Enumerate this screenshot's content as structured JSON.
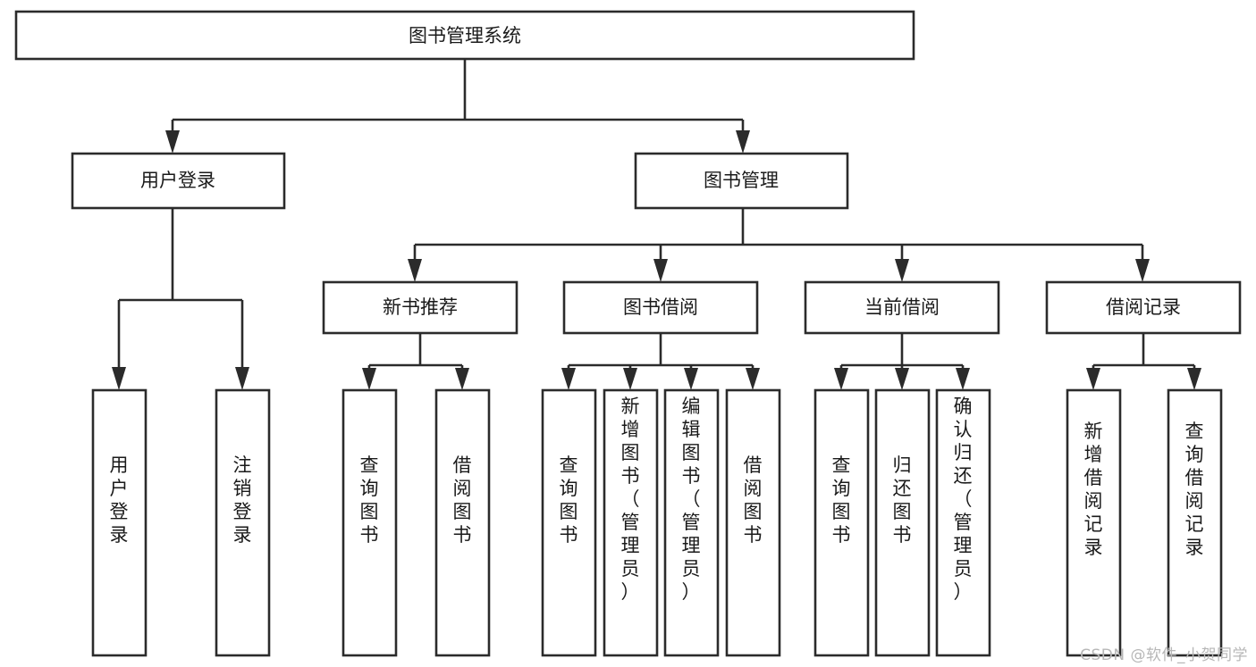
{
  "diagram": {
    "title": "图书管理系统",
    "type": "tree",
    "orientation": "top-down",
    "colors": {
      "box_stroke": "#2b2b2b",
      "box_fill": "#ffffff",
      "connector": "#2b2b2b",
      "text": "#1a1a1a",
      "background": "#ffffff",
      "watermark": "#b7b7b7"
    },
    "root": {
      "label": "图书管理系统",
      "name": "node-root-library-management-system"
    },
    "level2": [
      {
        "label": "用户登录",
        "name": "node-user-login"
      },
      {
        "label": "图书管理",
        "name": "node-book-management"
      }
    ],
    "level3": [
      {
        "label": "新书推荐",
        "name": "node-new-book-recommendation"
      },
      {
        "label": "图书借阅",
        "name": "node-book-borrowing"
      },
      {
        "label": "当前借阅",
        "name": "node-current-borrowing"
      },
      {
        "label": "借阅记录",
        "name": "node-borrow-records"
      }
    ],
    "leaves": [
      {
        "label": "用户登录",
        "name": "leaf-user-login",
        "parent": "用户登录"
      },
      {
        "label": "注销登录",
        "name": "leaf-logout",
        "parent": "用户登录"
      },
      {
        "label": "查询图书",
        "name": "leaf-query-books-recommend",
        "parent": "新书推荐"
      },
      {
        "label": "借阅图书",
        "name": "leaf-borrow-books-recommend",
        "parent": "新书推荐"
      },
      {
        "label": "查询图书",
        "name": "leaf-query-books-borrow",
        "parent": "图书借阅"
      },
      {
        "label": "新增图书（管理员）",
        "name": "leaf-add-book-admin",
        "parent": "图书借阅"
      },
      {
        "label": "编辑图书（管理员）",
        "name": "leaf-edit-book-admin",
        "parent": "图书借阅"
      },
      {
        "label": "借阅图书",
        "name": "leaf-borrow-books-borrow",
        "parent": "图书借阅"
      },
      {
        "label": "查询图书",
        "name": "leaf-query-books-current",
        "parent": "当前借阅"
      },
      {
        "label": "归还图书",
        "name": "leaf-return-books",
        "parent": "当前借阅"
      },
      {
        "label": "确认归还（管理员）",
        "name": "leaf-confirm-return-admin",
        "parent": "当前借阅"
      },
      {
        "label": "新增借阅记录",
        "name": "leaf-add-borrow-record",
        "parent": "借阅记录"
      },
      {
        "label": "查询借阅记录",
        "name": "leaf-query-borrow-record",
        "parent": "借阅记录"
      }
    ]
  },
  "watermark": {
    "text": "CSDN @软件_小贺同学"
  }
}
